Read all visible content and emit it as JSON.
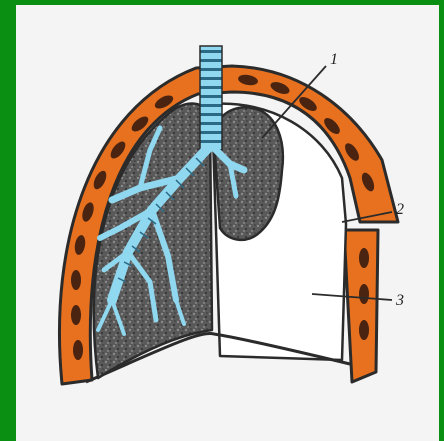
{
  "diagram": {
    "callouts": [
      {
        "id": "callout-1",
        "label": "1"
      },
      {
        "id": "callout-2",
        "label": "2"
      },
      {
        "id": "callout-3",
        "label": "3"
      }
    ]
  },
  "colors": {
    "background_green": "#0a8f12",
    "panel": "#f4f4f4",
    "chest_wall_orange": "#e8711f",
    "rib_segment": "#4a2410",
    "lung_tissue": "#5a5a5a",
    "bronchi": "#8fd8f0",
    "outline": "#2b2b2b"
  }
}
